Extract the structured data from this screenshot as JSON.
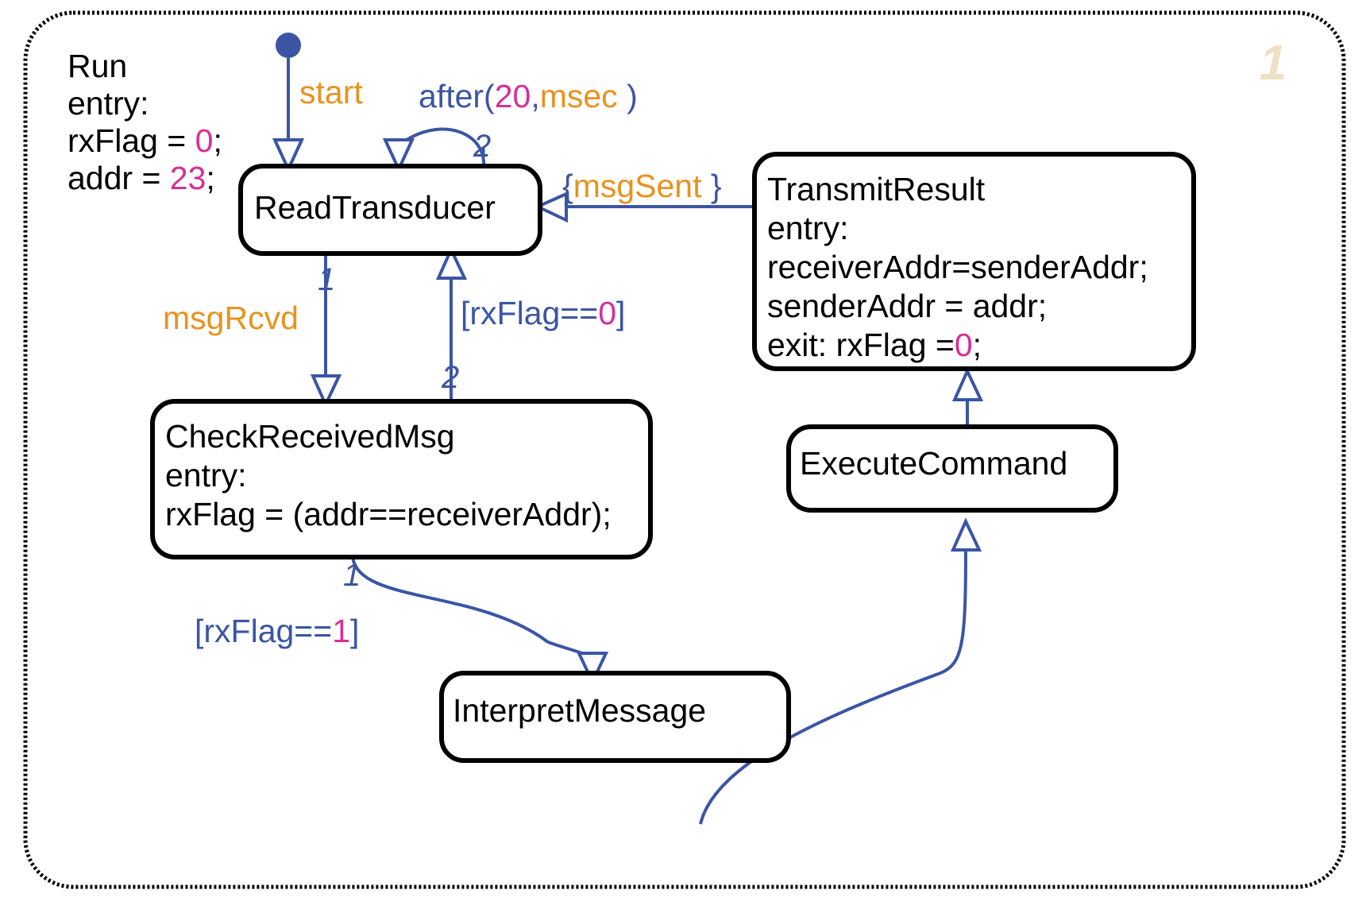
{
  "chart": {
    "corner_number": "1",
    "superstate": {
      "name": "Run",
      "entry_keyword": "entry:",
      "actions": [
        {
          "text": "rxFlag = ",
          "value": "0",
          "term": ";"
        },
        {
          "text": "addr = ",
          "value": "23",
          "term": ";"
        }
      ]
    },
    "colors": {
      "orange": "#e8921e",
      "blue": "#3b55a4",
      "magenta": "#d62f96",
      "black": "#000000",
      "corner_cream": "#efe0c4",
      "background": "#ffffff"
    }
  },
  "states": [
    {
      "id": "read-transducer",
      "name": "ReadTransducer",
      "lines": []
    },
    {
      "id": "transmit-result",
      "name": "TransmitResult",
      "lines": [
        "entry:",
        "receiverAddr=senderAddr;",
        "senderAddr = addr;",
        "exit: rxFlag =0;"
      ],
      "exit_line_prefix": "exit: rxFlag =",
      "exit_line_value": "0",
      "exit_line_suffix": ";"
    },
    {
      "id": "check-received-msg",
      "name": "CheckReceivedMsg",
      "lines": [
        "entry:",
        "rxFlag = (addr==receiverAddr);"
      ]
    },
    {
      "id": "execute-command",
      "name": "ExecuteCommand",
      "lines": []
    },
    {
      "id": "interpret-message",
      "name": "InterpretMessage",
      "lines": []
    }
  ],
  "transitions": [
    {
      "id": "start-transition",
      "from": "default-entry-junction",
      "to": "read-transducer",
      "label": "start",
      "label_color": "orange",
      "order": ""
    },
    {
      "id": "self-loop-timer",
      "from": "read-transducer",
      "to": "read-transducer",
      "label_parts": [
        {
          "t": "after(",
          "c": "blue"
        },
        {
          "t": "20",
          "c": "magenta"
        },
        {
          "t": ",",
          "c": "blue"
        },
        {
          "t": "msec ",
          "c": "orange"
        },
        {
          "t": ")",
          "c": "blue"
        }
      ],
      "order": "2"
    },
    {
      "id": "msg-received",
      "from": "read-transducer",
      "to": "check-received-msg",
      "label": "msgRcvd",
      "label_color": "orange",
      "order": "1"
    },
    {
      "id": "rxflag-zero",
      "from": "check-received-msg",
      "to": "read-transducer",
      "label_parts": [
        {
          "t": "[rxFlag==",
          "c": "blue"
        },
        {
          "t": "0",
          "c": "magenta"
        },
        {
          "t": "]",
          "c": "blue"
        }
      ],
      "order": "2"
    },
    {
      "id": "rxflag-one",
      "from": "check-received-msg",
      "to": "interpret-message",
      "label_parts": [
        {
          "t": "[rxFlag==",
          "c": "blue"
        },
        {
          "t": "1",
          "c": "magenta"
        },
        {
          "t": "]",
          "c": "blue"
        }
      ],
      "order": "1"
    },
    {
      "id": "interpret-to-execute",
      "from": "interpret-message",
      "to": "execute-command",
      "label": "",
      "order": ""
    },
    {
      "id": "execute-to-transmit",
      "from": "execute-command",
      "to": "transmit-result",
      "label": "",
      "order": ""
    },
    {
      "id": "msg-sent",
      "from": "transmit-result",
      "to": "read-transducer",
      "label_parts": [
        {
          "t": "{",
          "c": "blue"
        },
        {
          "t": "msgSent ",
          "c": "orange"
        },
        {
          "t": "}",
          "c": "blue"
        }
      ],
      "order": ""
    }
  ]
}
